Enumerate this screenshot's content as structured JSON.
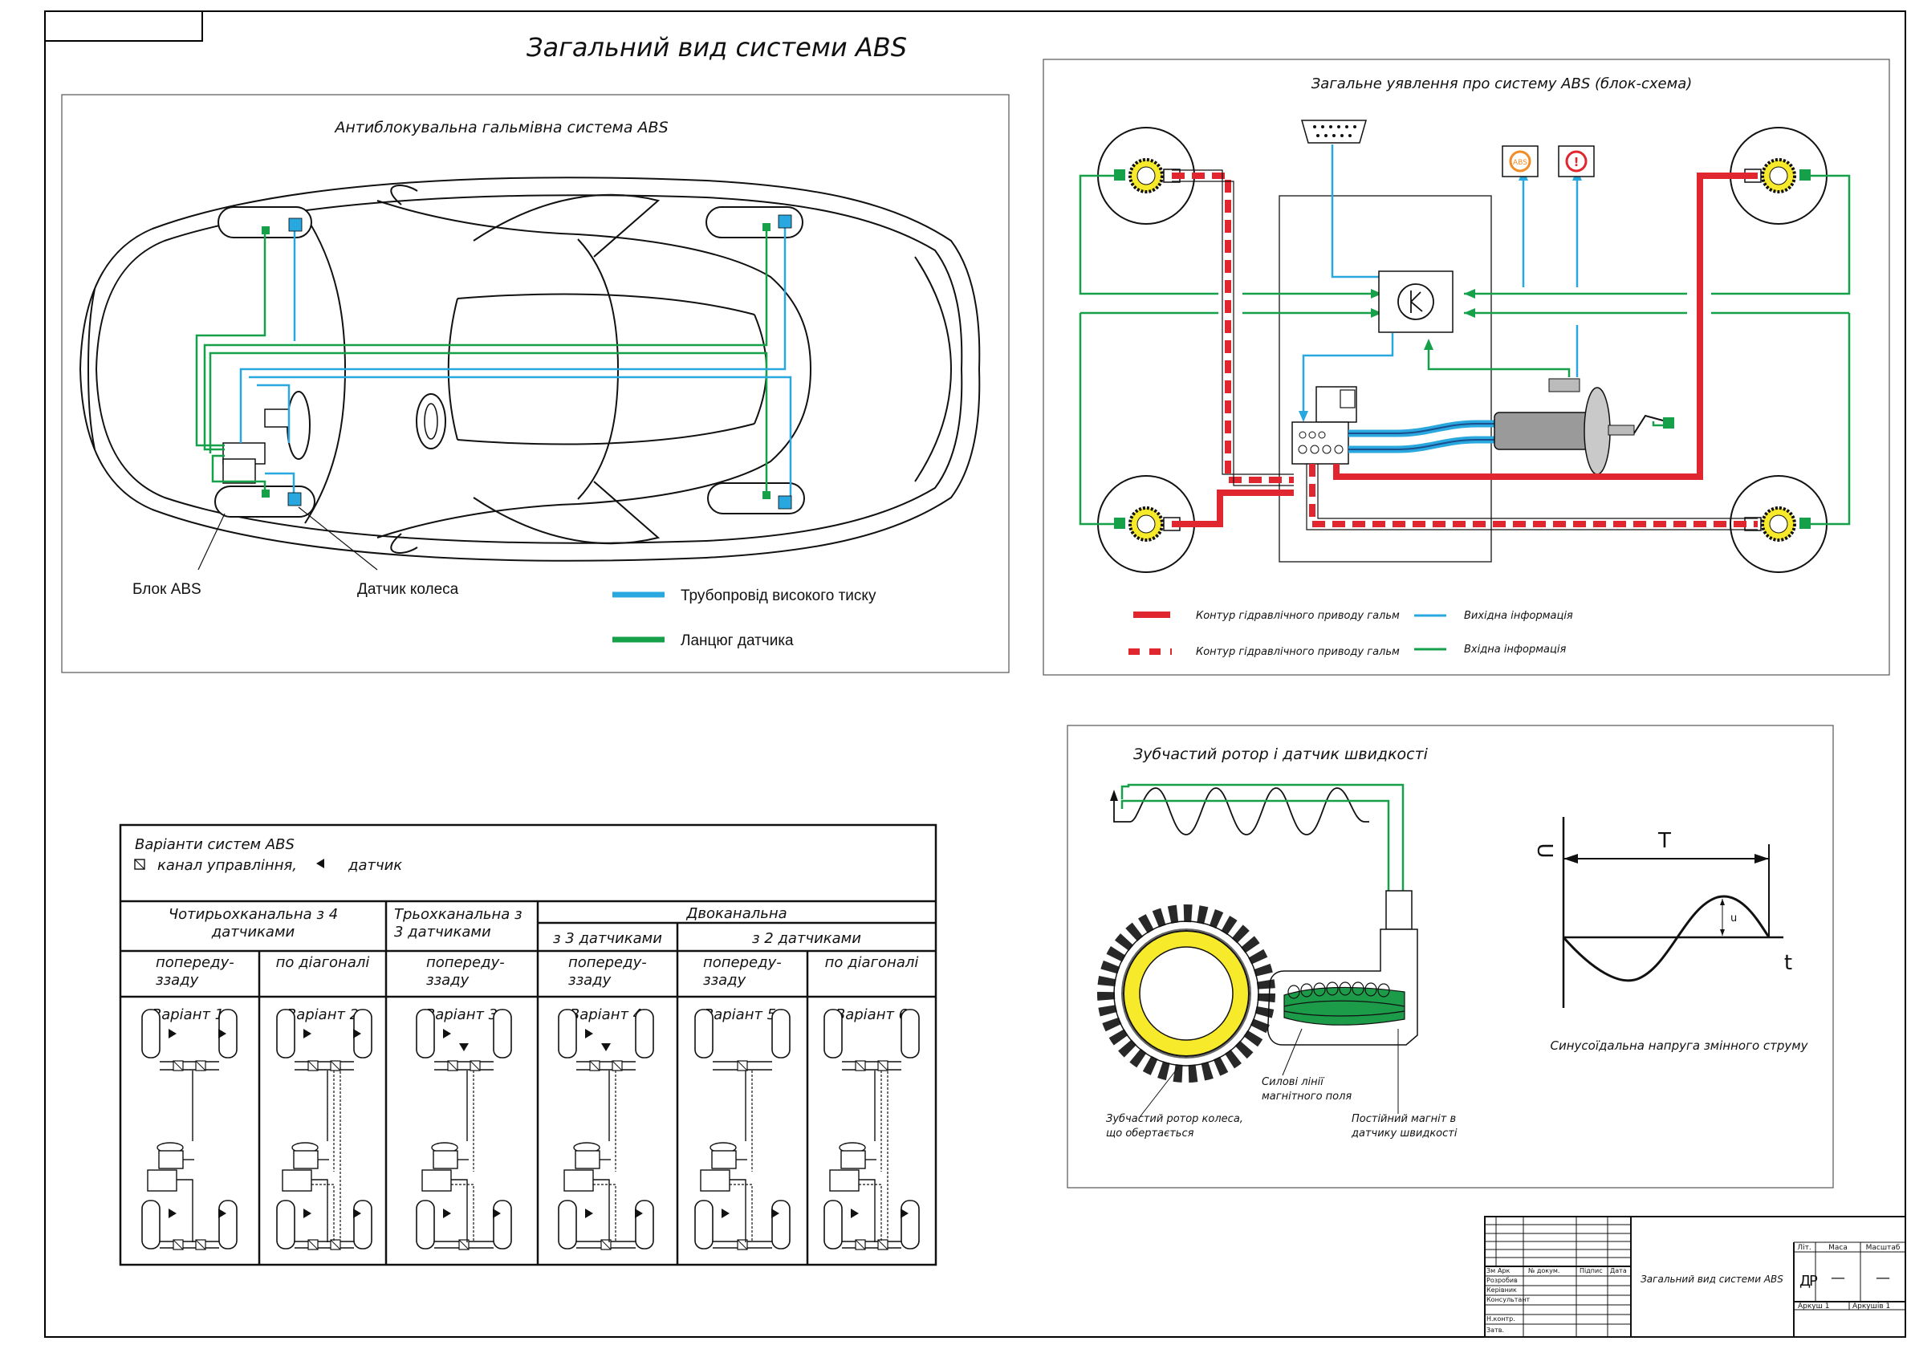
{
  "sheet": {
    "title": "Загальний вид системи ABS"
  },
  "panel_abs": {
    "title": "Антиблокувальна гальмівна система ABS",
    "label_block": "Блок ABS",
    "label_sensor": "Датчик колеса",
    "legend": [
      {
        "label": "Трубопровід високого тиску",
        "color": "#29a8e0"
      },
      {
        "label": "Ланцюг датчика",
        "color": "#16a049"
      }
    ]
  },
  "panel_block": {
    "title": "Загальне уявлення про систему ABS (блок-схема)",
    "legend": [
      {
        "label": "Контур гідравлічного приводу гальм",
        "style": "solid",
        "color": "#e0262e"
      },
      {
        "label": "Контур гідравлічного приводу гальм",
        "style": "dashed",
        "color": "#e0262e"
      },
      {
        "label": "Вихідна інформація",
        "style": "solid",
        "color": "#29a8e0"
      },
      {
        "label": "Вхідна інформація",
        "style": "solid",
        "color": "#16a049"
      }
    ]
  },
  "panel_sensor": {
    "title": "Зубчастий ротор і датчик швидкості",
    "label_rotor": [
      "Зубчастий ротор колеса,",
      "що обертається"
    ],
    "label_field": [
      "Силові лінії",
      "магнітного поля"
    ],
    "label_magnet": [
      "Постійний магніт в",
      "датчику швидкості"
    ],
    "axis_u": "U",
    "axis_t": "t",
    "period": "T",
    "amplitude": "u",
    "caption": "Синусоїдальна напруга змінного струму"
  },
  "variants": {
    "header": "Варіанти систем ABS",
    "legend_channel": "канал управління,",
    "legend_sensor": "датчик",
    "groups": [
      {
        "label": "Чотирьохканальна з 4 датчиками"
      },
      {
        "label": "Трьохканальна з 3 датчиками"
      },
      {
        "label": "Двоканальна"
      }
    ],
    "subgroups": [
      {
        "label": "з 3 датчиками"
      },
      {
        "label": "з 2 датчиками"
      }
    ],
    "layouts": [
      "попереду-ззаду",
      "по діагоналі",
      "попереду-ззаду",
      "попереду-ззаду",
      "попереду-ззаду",
      "по діагоналі"
    ],
    "names": [
      "Варіант 1",
      "Варіант 2",
      "Варіант 3",
      "Варіант 4",
      "Варіант 5",
      "Варіант 6"
    ]
  },
  "titleblock": {
    "doc_title": "Загальний вид системи ABS",
    "col_zm": "Зм",
    "col_ark": "Арк",
    "col_doc": "№ докум.",
    "col_sign": "Підпис",
    "col_date": "Дата",
    "roles": [
      "Розробив",
      "Керівник",
      "Консультант",
      "",
      "Н.контр.",
      "Затв."
    ],
    "lit": "Літ.",
    "mass": "Маса",
    "scale": "Масштаб",
    "lit_d": "Д",
    "lit_p": "Р",
    "dash": "—",
    "sheet": "Аркуш 1",
    "sheets": "Аркушів 1"
  }
}
